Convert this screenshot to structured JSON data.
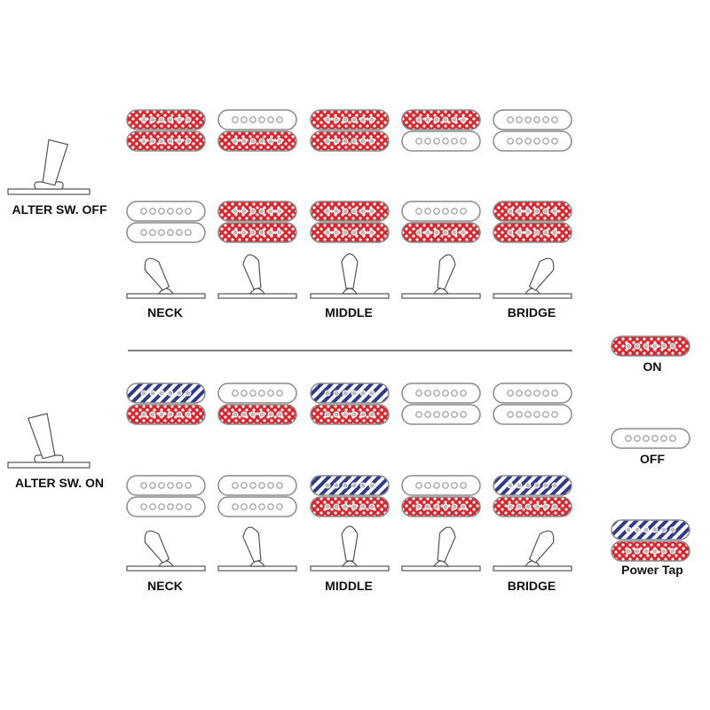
{
  "colors": {
    "on_red": "#d7262e",
    "power_tap_blue": "#2f3a8c",
    "outline": "#8a8a8a",
    "pole_off": "#a8a8a8",
    "divider": "#333333"
  },
  "sections": [
    {
      "alter_label": "ALTER SW. OFF",
      "toggle_state": "up",
      "positions": [
        {
          "label": "NECK",
          "selector_lean": "left",
          "upper": [
            "on",
            "on"
          ],
          "lower": [
            "off",
            "off"
          ]
        },
        {
          "label": "",
          "selector_lean": "left-mid",
          "upper": [
            "off",
            "on"
          ],
          "lower": [
            "on",
            "on"
          ]
        },
        {
          "label": "MIDDLE",
          "selector_lean": "center",
          "upper": [
            "on",
            "on"
          ],
          "lower": [
            "on",
            "on"
          ]
        },
        {
          "label": "",
          "selector_lean": "right-mid",
          "upper": [
            "on",
            "off"
          ],
          "lower": [
            "off",
            "on"
          ]
        },
        {
          "label": "BRIDGE",
          "selector_lean": "right",
          "upper": [
            "off",
            "off"
          ],
          "lower": [
            "on",
            "on"
          ]
        }
      ]
    },
    {
      "alter_label": "ALTER SW. ON",
      "toggle_state": "down",
      "positions": [
        {
          "label": "NECK",
          "selector_lean": "left",
          "upper": [
            "tap",
            "on"
          ],
          "lower": [
            "off",
            "off"
          ]
        },
        {
          "label": "",
          "selector_lean": "left-mid",
          "upper": [
            "off",
            "on"
          ],
          "lower": [
            "off",
            "off"
          ]
        },
        {
          "label": "MIDDLE",
          "selector_lean": "center",
          "upper": [
            "tap",
            "on"
          ],
          "lower": [
            "tap",
            "on"
          ]
        },
        {
          "label": "",
          "selector_lean": "right-mid",
          "upper": [
            "off",
            "off"
          ],
          "lower": [
            "off",
            "on"
          ]
        },
        {
          "label": "BRIDGE",
          "selector_lean": "right",
          "upper": [
            "off",
            "off"
          ],
          "lower": [
            "tap",
            "on"
          ]
        }
      ]
    }
  ],
  "legend": [
    {
      "key": "on",
      "label": "ON"
    },
    {
      "key": "off",
      "label": "OFF"
    },
    {
      "key": "tap",
      "label": "Power Tap"
    }
  ]
}
